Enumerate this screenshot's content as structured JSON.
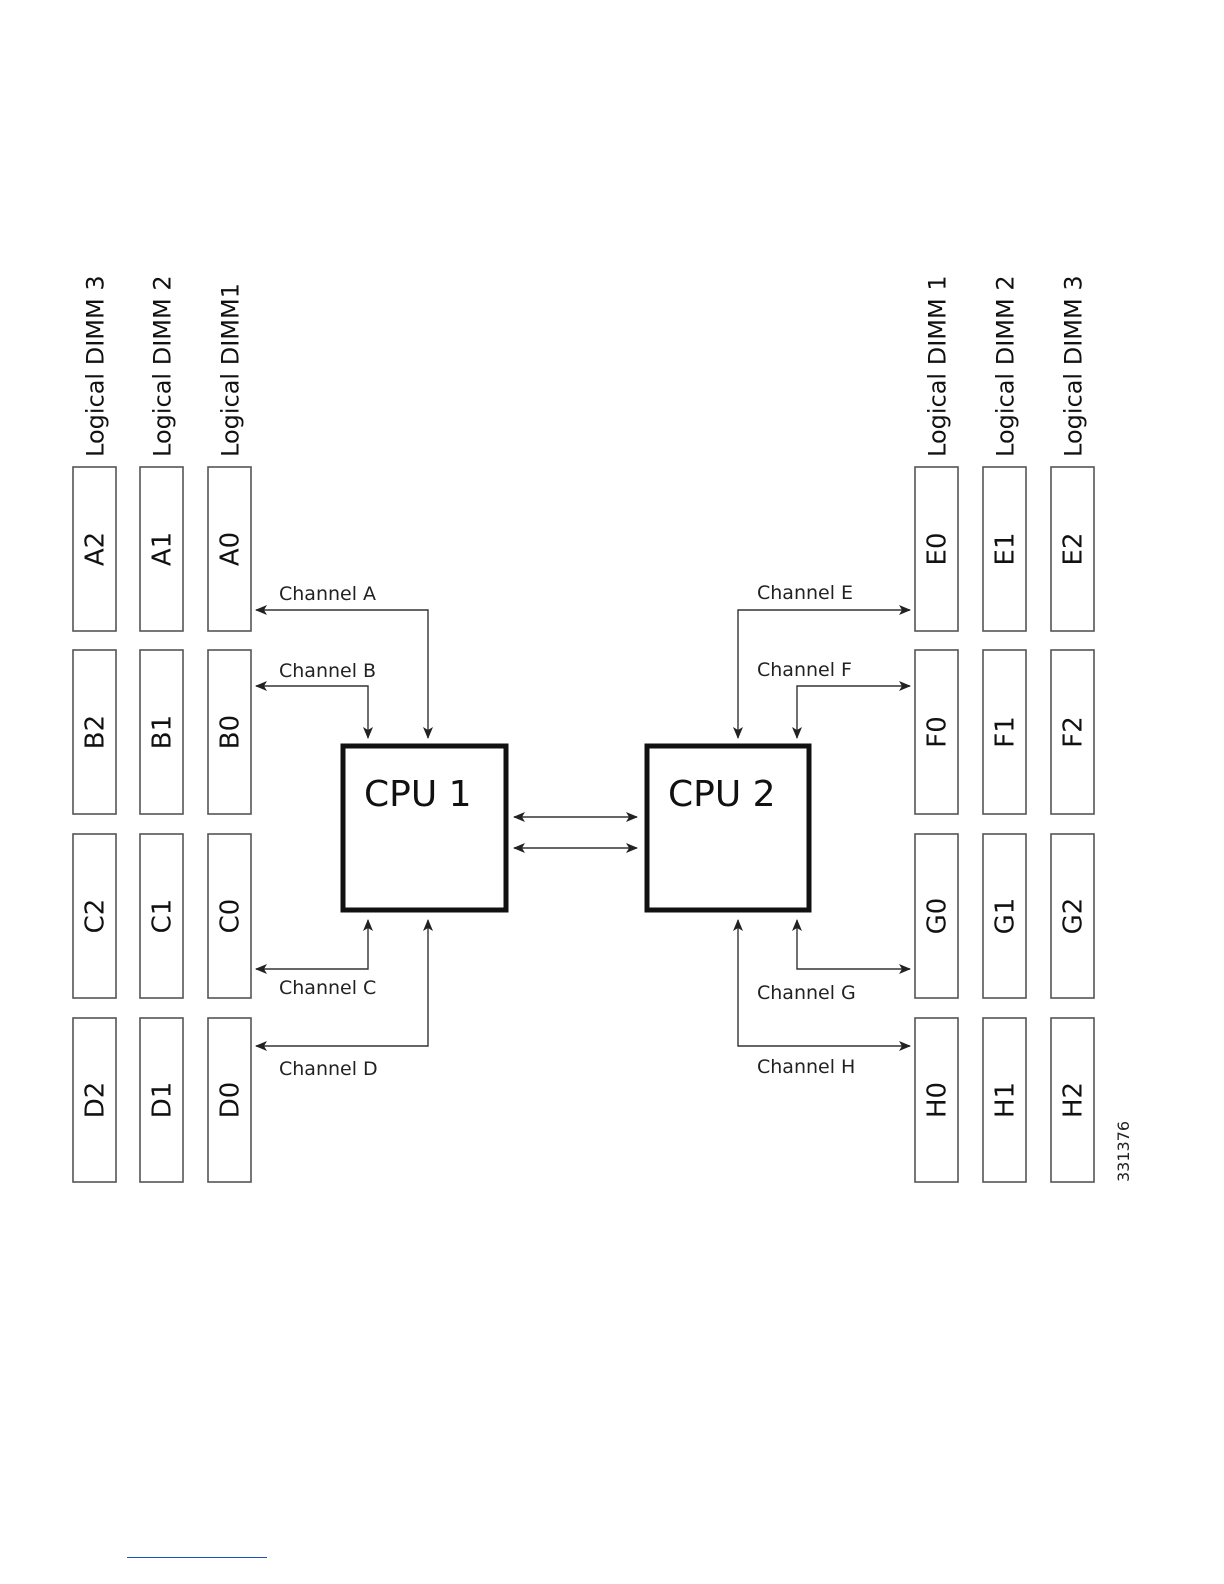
{
  "figure_number": "331376",
  "cpu1": {
    "label": "CPU 1"
  },
  "cpu2": {
    "label": "CPU 2"
  },
  "columns": [
    {
      "side": "left",
      "label": "Logical DIMM 3",
      "slots": [
        "A2",
        "B2",
        "C2",
        "D2"
      ]
    },
    {
      "side": "left",
      "label": "Logical DIMM 2",
      "slots": [
        "A1",
        "B1",
        "C1",
        "D1"
      ]
    },
    {
      "side": "left",
      "label": "Logical DIMM1",
      "slots": [
        "A0",
        "B0",
        "C0",
        "D0"
      ]
    },
    {
      "side": "right",
      "label": "Logical DIMM 1",
      "slots": [
        "E0",
        "F0",
        "G0",
        "H0"
      ]
    },
    {
      "side": "right",
      "label": "Logical DIMM 2",
      "slots": [
        "E1",
        "F1",
        "G1",
        "H1"
      ]
    },
    {
      "side": "right",
      "label": "Logical DIMM 3",
      "slots": [
        "E2",
        "F2",
        "G2",
        "H2"
      ]
    }
  ],
  "channels": [
    {
      "label": "Channel A",
      "cpu": "CPU 1",
      "slot": "A0"
    },
    {
      "label": "Channel B",
      "cpu": "CPU 1",
      "slot": "B0"
    },
    {
      "label": "Channel C",
      "cpu": "CPU 1",
      "slot": "C0"
    },
    {
      "label": "Channel D",
      "cpu": "CPU 1",
      "slot": "D0"
    },
    {
      "label": "Channel E",
      "cpu": "CPU 2",
      "slot": "E0"
    },
    {
      "label": "Channel F",
      "cpu": "CPU 2",
      "slot": "F0"
    },
    {
      "label": "Channel G",
      "cpu": "CPU 2",
      "slot": "G0"
    },
    {
      "label": "Channel H",
      "cpu": "CPU 2",
      "slot": "H0"
    }
  ],
  "interconnect": {
    "from": "CPU 1",
    "to": "CPU 2",
    "links": 2
  }
}
